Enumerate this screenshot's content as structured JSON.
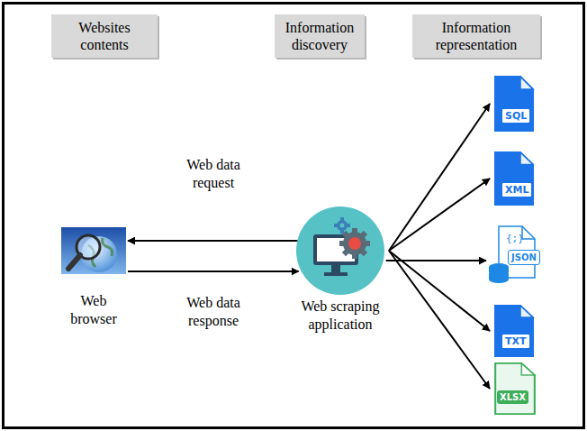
{
  "diagram": {
    "nodes": [
      {
        "text": [
          "Websites contents"
        ]
      },
      {
        "text": [
          "Information discovery"
        ]
      },
      {
        "text": [
          "Information representation"
        ]
      },
      {
        "text": [
          "Web browser"
        ]
      },
      {
        "text": [
          "Web scraping application"
        ]
      },
      {
        "text": [
          "SQL"
        ]
      },
      {
        "text": [
          "XML"
        ]
      },
      {
        "text": [
          "{;}",
          "JSON"
        ]
      },
      {
        "text": [
          "TXT"
        ]
      },
      {
        "text": [
          "XLSX"
        ]
      }
    ],
    "edges": [
      {
        "from": 4,
        "to": 3,
        "label": "Web data request",
        "arrow": "to"
      },
      {
        "from": 3,
        "to": 4,
        "label": "Web data response",
        "arrow": "to"
      },
      {
        "from": 4,
        "to": 5,
        "arrow": "to"
      },
      {
        "from": 4,
        "to": 6,
        "arrow": "to"
      },
      {
        "from": 4,
        "to": 7,
        "arrow": "to"
      },
      {
        "from": 4,
        "to": 8,
        "arrow": "to"
      },
      {
        "from": 4,
        "to": 9,
        "arrow": "to"
      }
    ]
  }
}
